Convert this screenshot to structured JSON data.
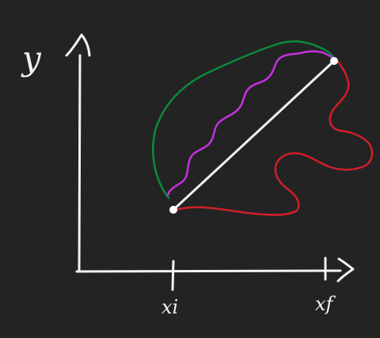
{
  "diagram": {
    "background": "#232323",
    "axes": {
      "y_label": "y",
      "x_tick_labels": [
        "xi",
        "xf"
      ]
    },
    "paths": [
      {
        "name": "straight-path",
        "color": "#f0f0f0"
      },
      {
        "name": "green-path",
        "color": "#0c8a3c"
      },
      {
        "name": "magenta-path",
        "color": "#c531e0"
      },
      {
        "name": "red-path",
        "color": "#d01f2a"
      }
    ],
    "endpoints": [
      {
        "name": "start-point",
        "color": "#ffffff"
      },
      {
        "name": "end-point",
        "color": "#ffffff"
      }
    ]
  }
}
